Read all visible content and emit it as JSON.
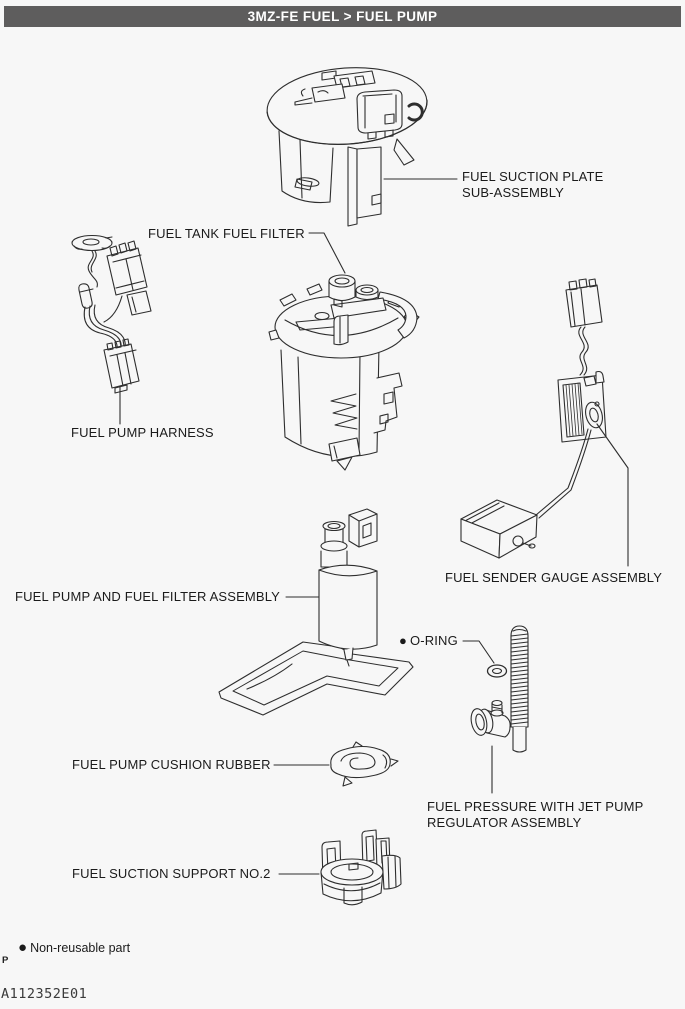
{
  "header": {
    "title": "3MZ-FE FUEL > FUEL PUMP"
  },
  "parts": {
    "suction_plate": {
      "label_line1": "FUEL SUCTION PLATE",
      "label_line2": "SUB-ASSEMBLY"
    },
    "tank_filter": {
      "label": "FUEL TANK FUEL FILTER"
    },
    "pump_harness": {
      "label": "FUEL PUMP HARNESS"
    },
    "sender_gauge": {
      "label": "FUEL SENDER GAUGE ASSEMBLY"
    },
    "pump_assembly": {
      "label": "FUEL PUMP AND FUEL FILTER ASSEMBLY"
    },
    "o_ring": {
      "bullet": "●",
      "label": "O-RING"
    },
    "pressure_regulator": {
      "label_line1": "FUEL PRESSURE WITH JET PUMP",
      "label_line2": "REGULATOR ASSEMBLY"
    },
    "cushion_rubber": {
      "label": "FUEL PUMP CUSHION RUBBER"
    },
    "suction_support": {
      "label": "FUEL SUCTION SUPPORT NO.2"
    }
  },
  "legend": {
    "bullet": "●",
    "text": "Non-reusable part"
  },
  "footer": {
    "page_marker": "P",
    "figure_id": "A112352E01"
  },
  "colors": {
    "header_bg": "#5e5d5d",
    "header_fg": "#ffffff",
    "page_bg": "#f7f7f7",
    "line": "#2e2e2e",
    "text": "#1b1b1b"
  }
}
